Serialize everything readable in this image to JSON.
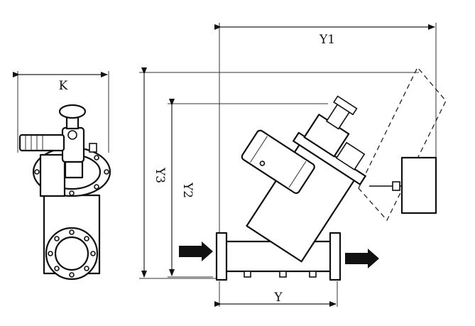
{
  "labels": {
    "k": "K",
    "y1": "Y1",
    "y2": "Y2",
    "y3": "Y3",
    "y": "Y"
  }
}
